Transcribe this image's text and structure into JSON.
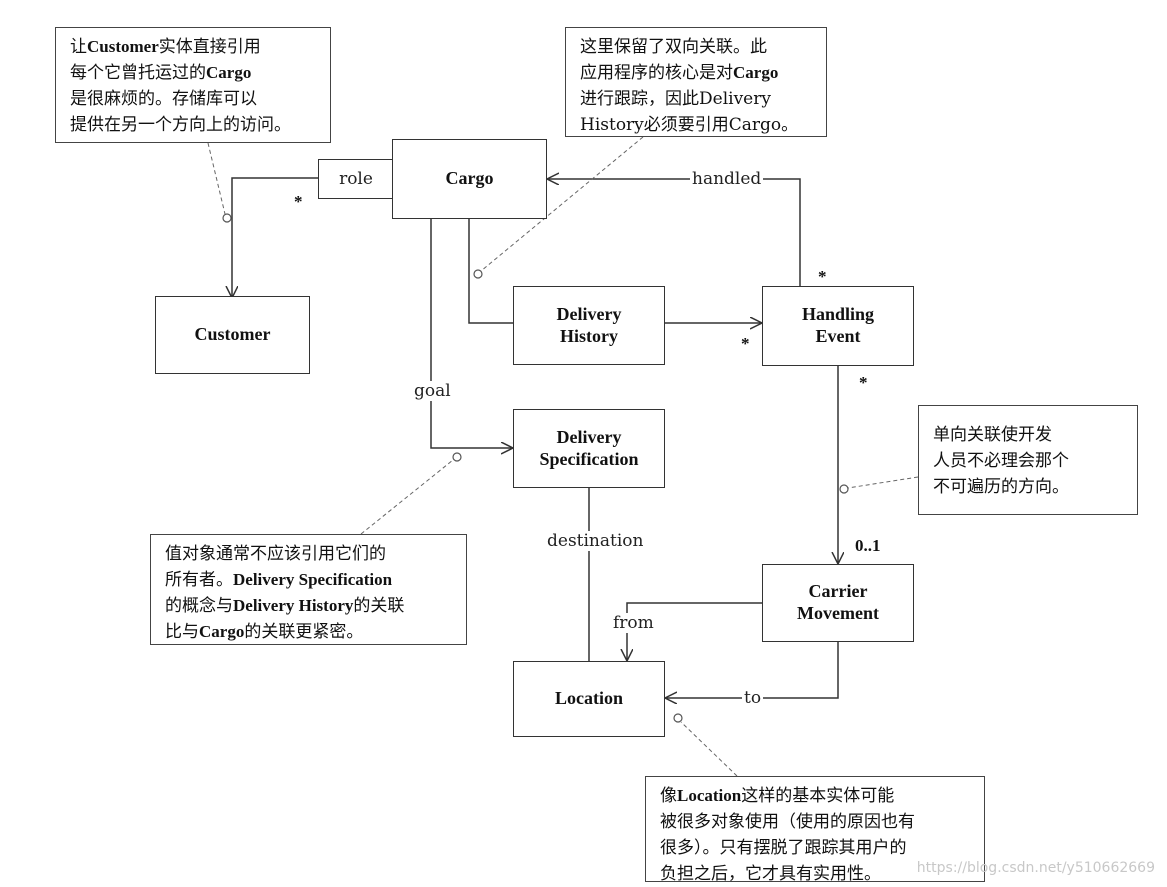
{
  "classes": {
    "cargo": "Cargo",
    "customer": "Customer",
    "delivery_history": [
      "Delivery",
      "History"
    ],
    "handling_event": [
      "Handling",
      "Event"
    ],
    "delivery_specification": [
      "Delivery",
      "Specification"
    ],
    "carrier_movement": [
      "Carrier",
      "Movement"
    ],
    "location": "Location"
  },
  "associations": {
    "role": "role",
    "handled": "handled",
    "goal": "goal",
    "destination": "destination",
    "from": "from",
    "to": "to"
  },
  "multiplicities": {
    "customer_star": "*",
    "handled_star": "*",
    "history_event_star": "*",
    "event_movement_star": "*",
    "movement_zero_one": "0..1"
  },
  "notes": {
    "customer_note": [
      [
        {
          "t": "让",
          "b": false
        },
        {
          "t": "Customer",
          "b": true
        },
        {
          "t": "实体直接引用",
          "b": false
        }
      ],
      [
        {
          "t": "每个它曾托运过的",
          "b": false
        },
        {
          "t": "Cargo",
          "b": true
        }
      ],
      [
        {
          "t": "是很麻烦的。存储库可以",
          "b": false
        }
      ],
      [
        {
          "t": "提供在另一个方向上的访问。",
          "b": false
        }
      ]
    ],
    "history_note": [
      [
        {
          "t": "这里保留了双向关联。此",
          "b": false
        }
      ],
      [
        {
          "t": "应用程序的核心是对",
          "b": false
        },
        {
          "t": "Cargo",
          "b": true
        }
      ],
      [
        {
          "t": "进行跟踪，因此Delivery",
          "b": false
        }
      ],
      [
        {
          "t": "History必须要引用Cargo。",
          "b": false
        }
      ]
    ],
    "unidirectional_note": [
      [
        {
          "t": "单向关联使开发",
          "b": false
        }
      ],
      [
        {
          "t": "人员不必理会那个",
          "b": false
        }
      ],
      [
        {
          "t": "不可遍历的方向。",
          "b": false
        }
      ]
    ],
    "value_object_note": [
      [
        {
          "t": "值对象通常不应该引用它们的",
          "b": false
        }
      ],
      [
        {
          "t": "所有者。",
          "b": false
        },
        {
          "t": "Delivery Specification",
          "b": true
        }
      ],
      [
        {
          "t": "的概念与",
          "b": false
        },
        {
          "t": "Delivery History",
          "b": true
        },
        {
          "t": "的关联",
          "b": false
        }
      ],
      [
        {
          "t": "比与",
          "b": false
        },
        {
          "t": "Cargo",
          "b": true
        },
        {
          "t": "的关联更紧密。",
          "b": false
        }
      ]
    ],
    "location_note": [
      [
        {
          "t": "像",
          "b": false
        },
        {
          "t": "Location",
          "b": true
        },
        {
          "t": "这样的基本实体可能",
          "b": false
        }
      ],
      [
        {
          "t": "被很多对象使用（使用的原因也有",
          "b": false
        }
      ],
      [
        {
          "t": "很多）。只有摆脱了跟踪其用户的",
          "b": false
        }
      ],
      [
        {
          "t": "负担之后，它才具有实用性。",
          "b": false
        }
      ]
    ]
  },
  "watermark": "https://blog.csdn.net/y510662669",
  "colors": {
    "line": "#333333",
    "dashed": "#666666",
    "background": "#ffffff"
  }
}
